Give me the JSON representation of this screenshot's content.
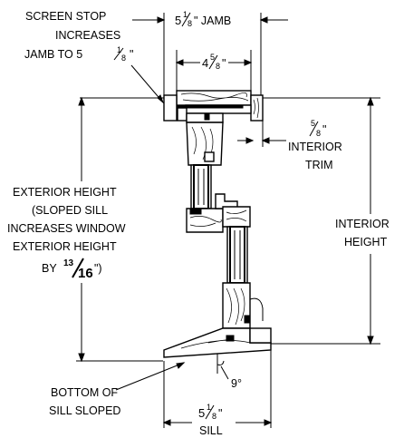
{
  "labels": {
    "screen_stop": [
      "SCREEN STOP",
      "INCREASES",
      "JAMB TO 5"
    ],
    "jamb_top": {
      "whole": "5",
      "num": "1",
      "den": "8",
      "text": "\" JAMB"
    },
    "inner_jamb": {
      "whole": "4",
      "num": "5",
      "den": "8",
      "text": "\""
    },
    "interior_trim": {
      "num": "5",
      "den": "8",
      "text1": "\"",
      "line2": "INTERIOR",
      "line3": "TRIM"
    },
    "exterior_height": [
      "EXTERIOR HEIGHT",
      "(SLOPED SILL",
      "INCREASES WINDOW",
      "EXTERIOR HEIGHT"
    ],
    "exterior_by": {
      "by": "BY",
      "num": "13",
      "den": "16",
      "end": "\")"
    },
    "interior_height": [
      "INTERIOR",
      "HEIGHT"
    ],
    "angle": "9°",
    "bottom_sill": [
      "BOTTOM OF",
      "SILL SLOPED"
    ],
    "sill_dim": {
      "whole": "5",
      "num": "1",
      "den": "8",
      "text": "\"",
      "line2": "SILL"
    },
    "screen_stop_frac": {
      "num": "1",
      "den": "8",
      "end": "\""
    }
  }
}
